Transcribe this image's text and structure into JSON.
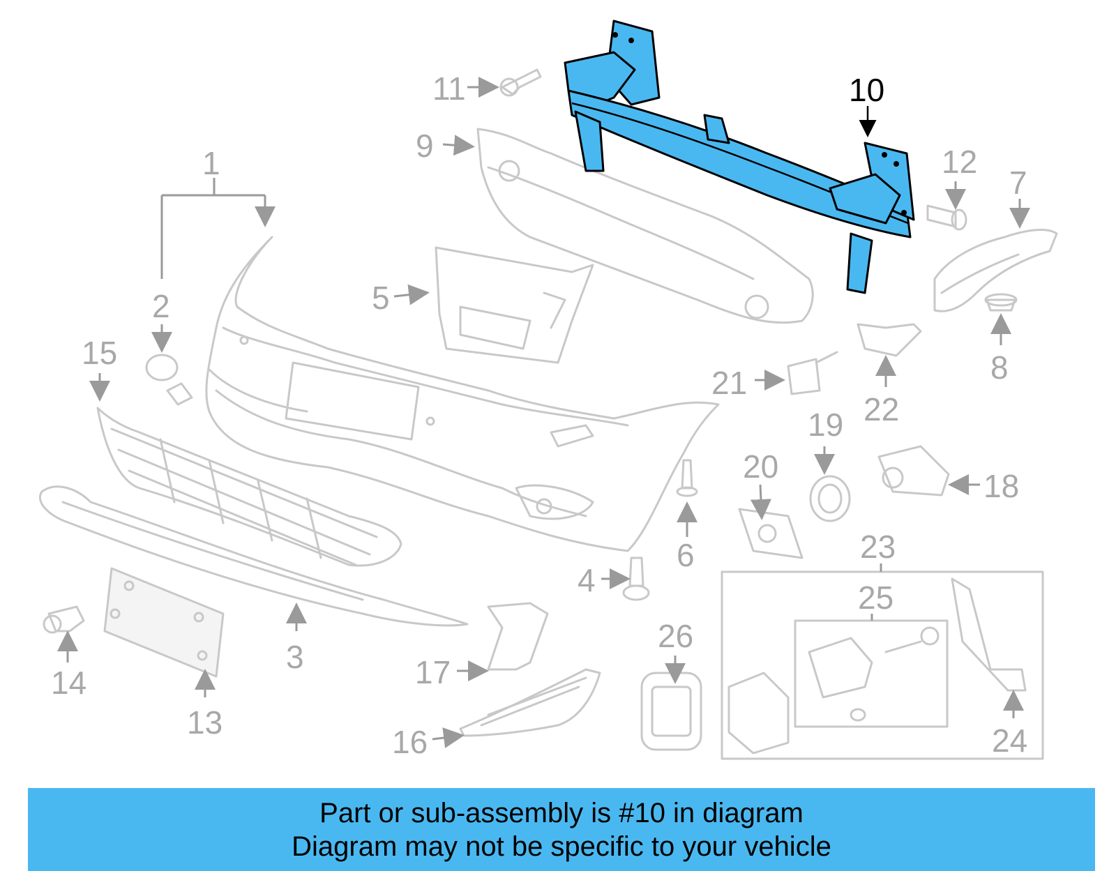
{
  "diagram": {
    "highlighted_part": "10",
    "callouts": [
      "1",
      "2",
      "3",
      "4",
      "5",
      "6",
      "7",
      "8",
      "9",
      "10",
      "11",
      "12",
      "13",
      "14",
      "15",
      "16",
      "17",
      "18",
      "19",
      "20",
      "21",
      "22",
      "23",
      "24",
      "25",
      "26"
    ],
    "highlight_color": "#4ab8f0",
    "part_line_color": "#c8c8c8"
  },
  "banner": {
    "line1": "Part or sub-assembly is #10 in diagram",
    "line2": "Diagram may not be specific to your vehicle",
    "color": "#4ab8f0"
  }
}
